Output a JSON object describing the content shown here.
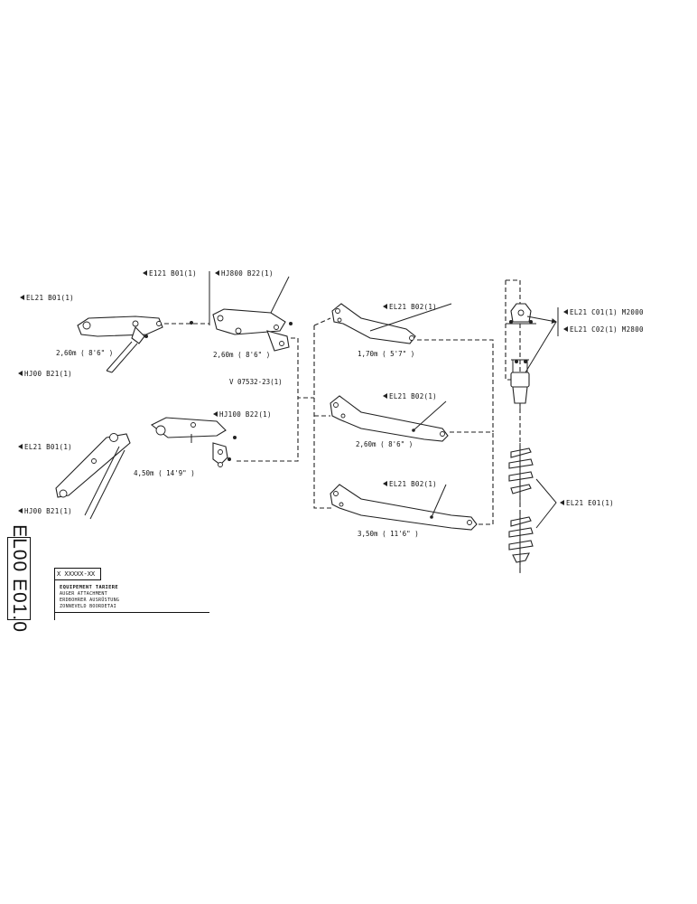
{
  "document": {
    "number": "EL00 E01.0",
    "code": "X XXXXX-XX",
    "title_lines": [
      "EQUIPEMENT TARIERE",
      "AUGER ATTACHMENT",
      "ERDBOHRER AUSRÜSTUNG",
      "ZONNEVELD BOORDETAI"
    ]
  },
  "labels": {
    "el21_b01_top": "EL21 B01(1)",
    "e121_b01": "E121 B01(1)",
    "hj800_b22": "HJ800 B22(1)",
    "hj00_b21_top": "HJ00 B21(1)",
    "dim_260_top": "2,60m ( 8'6\" )",
    "dim_260_mid": "2,60m ( 8'6\" )",
    "part_v": "V 07532-23(1)",
    "el21_b01_low": "EL21 B01(1)",
    "hj100_b22": "HJ100 B22(1)",
    "dim_450": "4,50m ( 14'9\" )",
    "hj00_b21_low": "HJ00 B21(1)",
    "el21_b02_a": "EL21 B02(1)",
    "dim_170": "1,70m ( 5'7\" )",
    "el21_b02_b": "EL21 B02(1)",
    "dim_260_b": "2,60m ( 8'6\" )",
    "el21_b02_c": "EL21 B02(1)",
    "dim_350": "3,50m ( 11'6\" )",
    "el21_c01": "EL21 C01(1) M2000",
    "el21_c02": "EL21 C02(1) M2800",
    "el21_e01": "EL21 E01(1)"
  }
}
